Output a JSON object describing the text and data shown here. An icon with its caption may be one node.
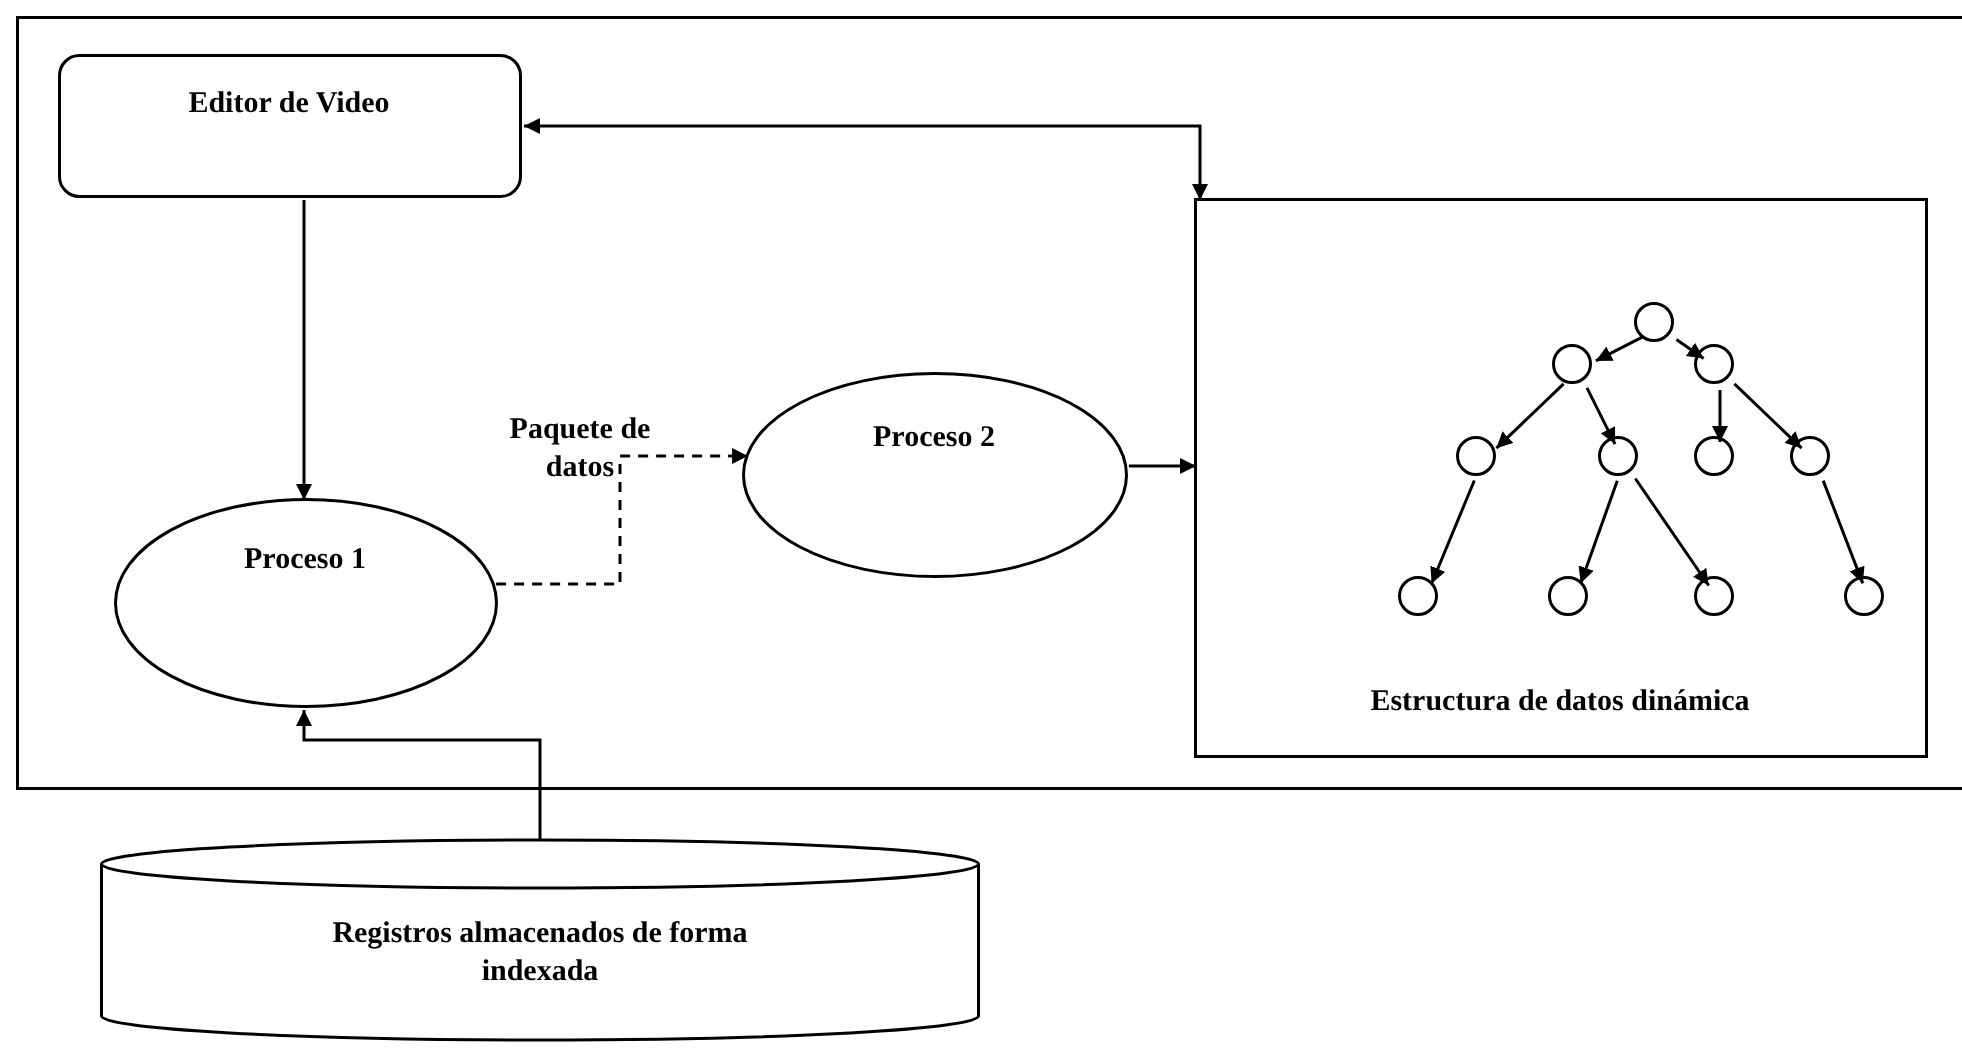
{
  "diagram": {
    "nodes": [
      {
        "text": [],
        "shape": "box"
      },
      {
        "text": [
          "Editor de Video"
        ],
        "in": 0
      },
      {
        "text": [
          "Estructura de datos dinámica"
        ],
        "in": 0
      },
      {
        "text": [],
        "shape": "circle",
        "in": 2
      },
      {
        "text": [],
        "shape": "circle",
        "in": 2
      },
      {
        "text": [],
        "shape": "circle",
        "in": 2
      },
      {
        "text": [],
        "shape": "circle",
        "in": 2
      },
      {
        "text": [],
        "shape": "circle",
        "in": 2
      },
      {
        "text": [],
        "shape": "circle",
        "in": 2
      },
      {
        "text": [],
        "shape": "circle",
        "in": 2
      },
      {
        "text": [],
        "shape": "circle",
        "in": 2
      },
      {
        "text": [],
        "shape": "circle",
        "in": 2
      },
      {
        "text": [],
        "shape": "circle",
        "in": 2
      },
      {
        "text": [],
        "shape": "circle",
        "in": 2
      },
      {
        "text": [
          "Proceso 2"
        ],
        "in": 0
      },
      {
        "text": [
          "Proceso 1"
        ],
        "in": 0
      },
      {
        "text": [
          "Registros almacenados de forma indexada"
        ]
      }
    ],
    "edges": [
      {
        "from": 1,
        "to": 15,
        "arrow": "to"
      },
      {
        "from": 1,
        "to": 2,
        "arrow": "both"
      },
      {
        "from": 15,
        "to": 14,
        "arrow": "to",
        "label": "Paquete de datos",
        "style": "dashed"
      },
      {
        "from": 14,
        "to": 2,
        "arrow": "to"
      },
      {
        "from": 16,
        "to": 15,
        "arrow": "to"
      },
      {
        "from": 3,
        "to": 4,
        "arrow": "to"
      },
      {
        "from": 3,
        "to": 5,
        "arrow": "to"
      },
      {
        "from": 4,
        "to": 6,
        "arrow": "to"
      },
      {
        "from": 4,
        "to": 7,
        "arrow": "to"
      },
      {
        "from": 5,
        "to": 8,
        "arrow": "to"
      },
      {
        "from": 5,
        "to": 9,
        "arrow": "to"
      },
      {
        "from": 6,
        "to": 10,
        "arrow": "to"
      },
      {
        "from": 7,
        "to": 11,
        "arrow": "to"
      },
      {
        "from": 7,
        "to": 12,
        "arrow": "to"
      },
      {
        "from": 9,
        "to": 13,
        "arrow": "to"
      }
    ]
  }
}
